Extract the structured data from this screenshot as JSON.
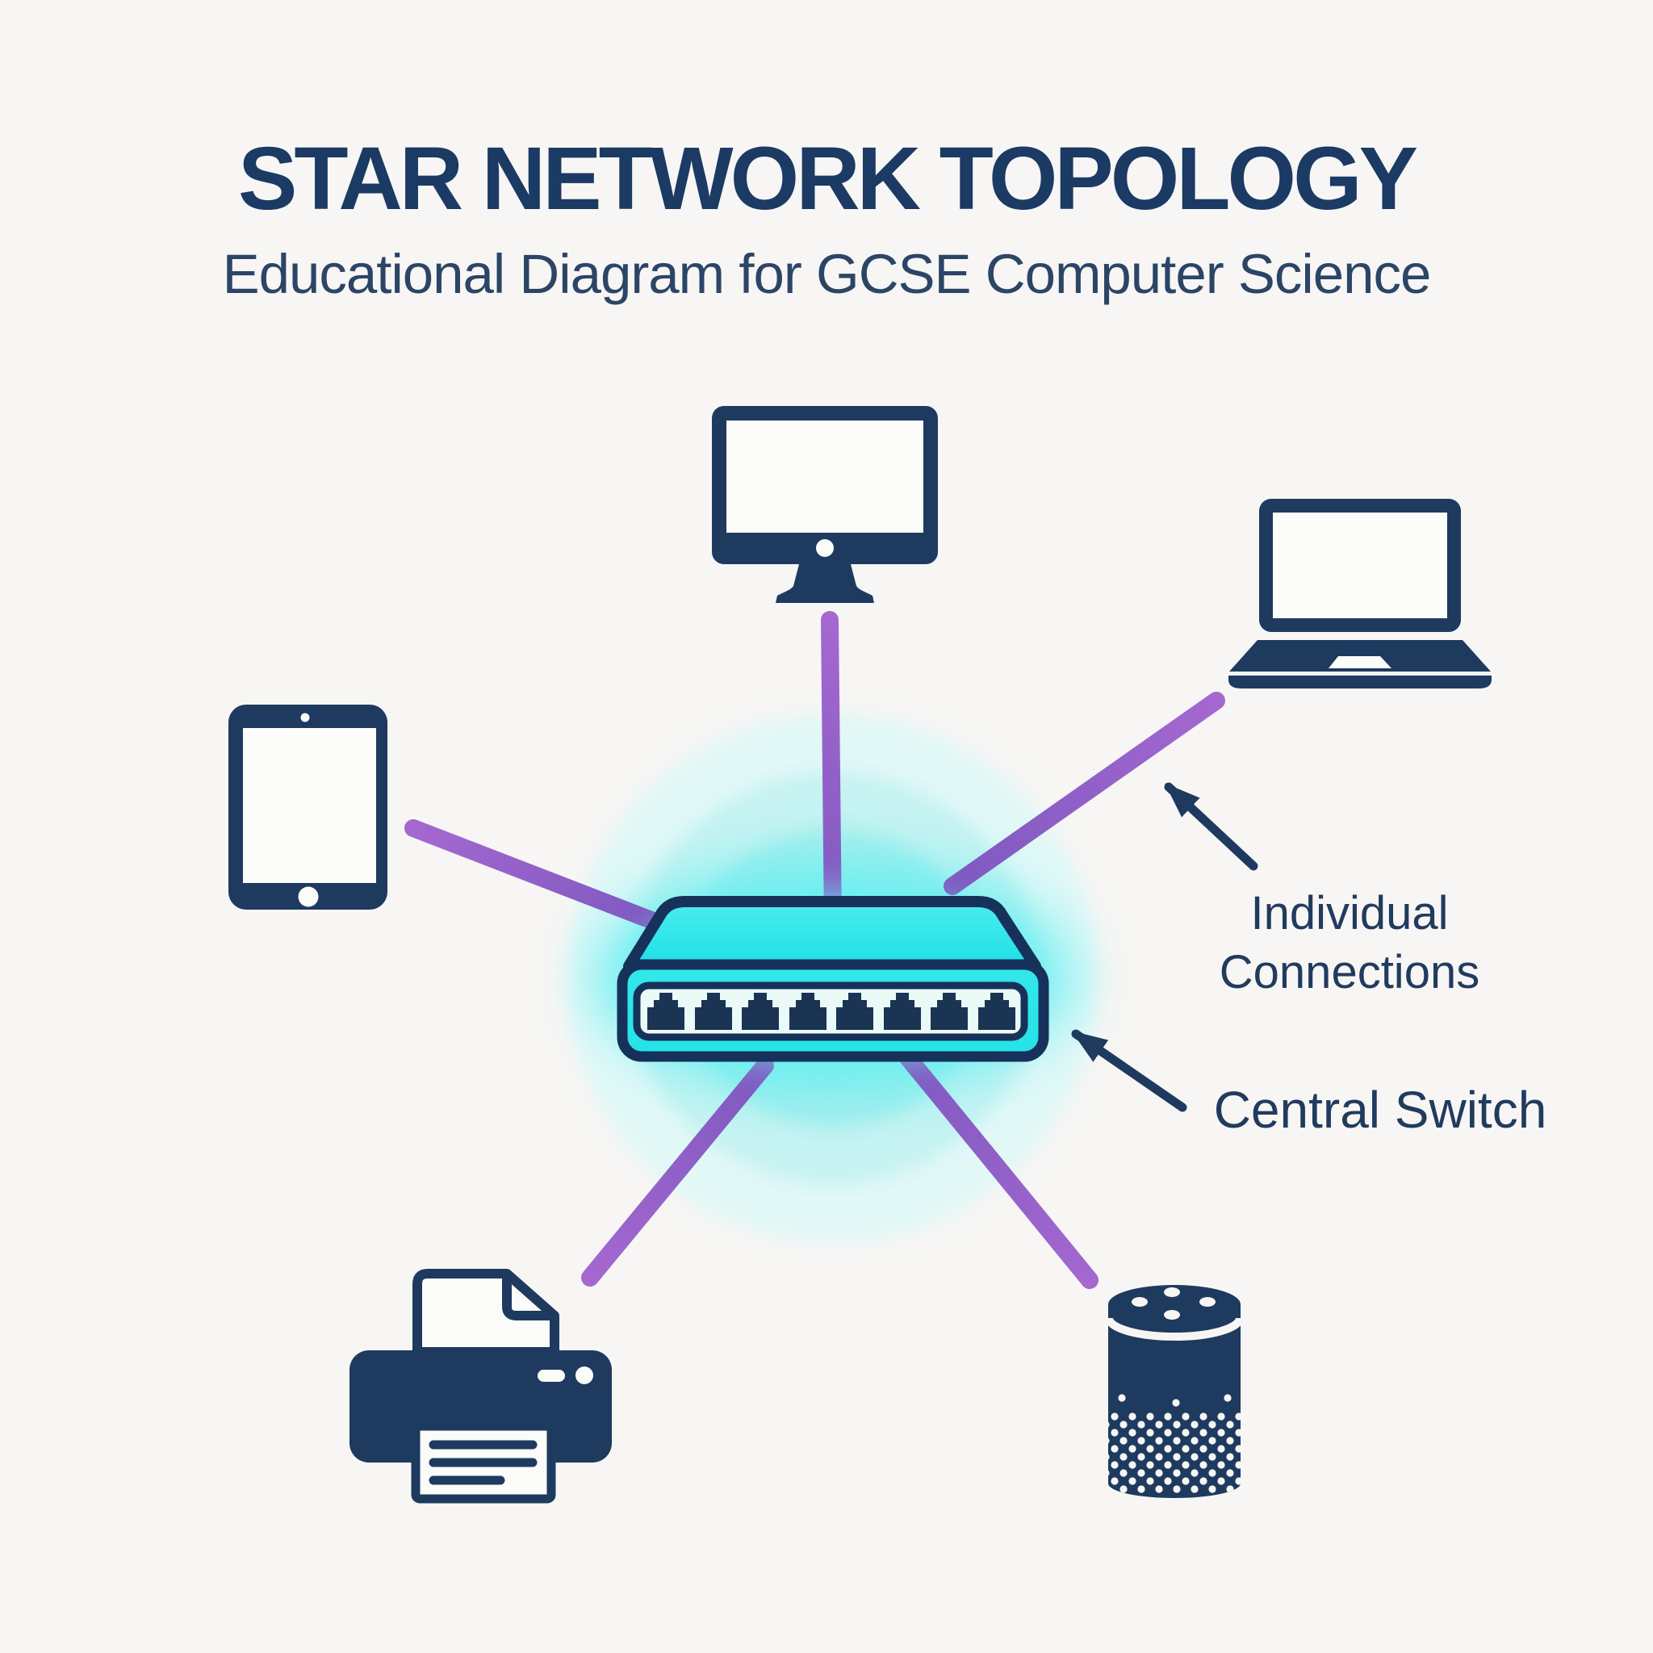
{
  "title": "STAR NETWORK TOPOLOGY",
  "subtitle": "Educational Diagram for GCSE Computer Science",
  "annotations": {
    "individual_connections": "Individual Connections",
    "central_switch": "Central Switch"
  },
  "hub": {
    "label": "Central Switch",
    "ports": 8
  },
  "icons": [
    "desktop-monitor-icon",
    "laptop-icon",
    "tablet-icon",
    "printer-icon",
    "smart-speaker-icon",
    "network-switch-icon",
    "annotation-arrow-icon"
  ],
  "colors": {
    "navy": "#1e3a5f",
    "purple": "#9a5fc9",
    "cyan": "#2ae4e8",
    "glow_cyan": "#a6eeec",
    "background": "#f7f6f4",
    "title_navy": "#1b3a64"
  }
}
